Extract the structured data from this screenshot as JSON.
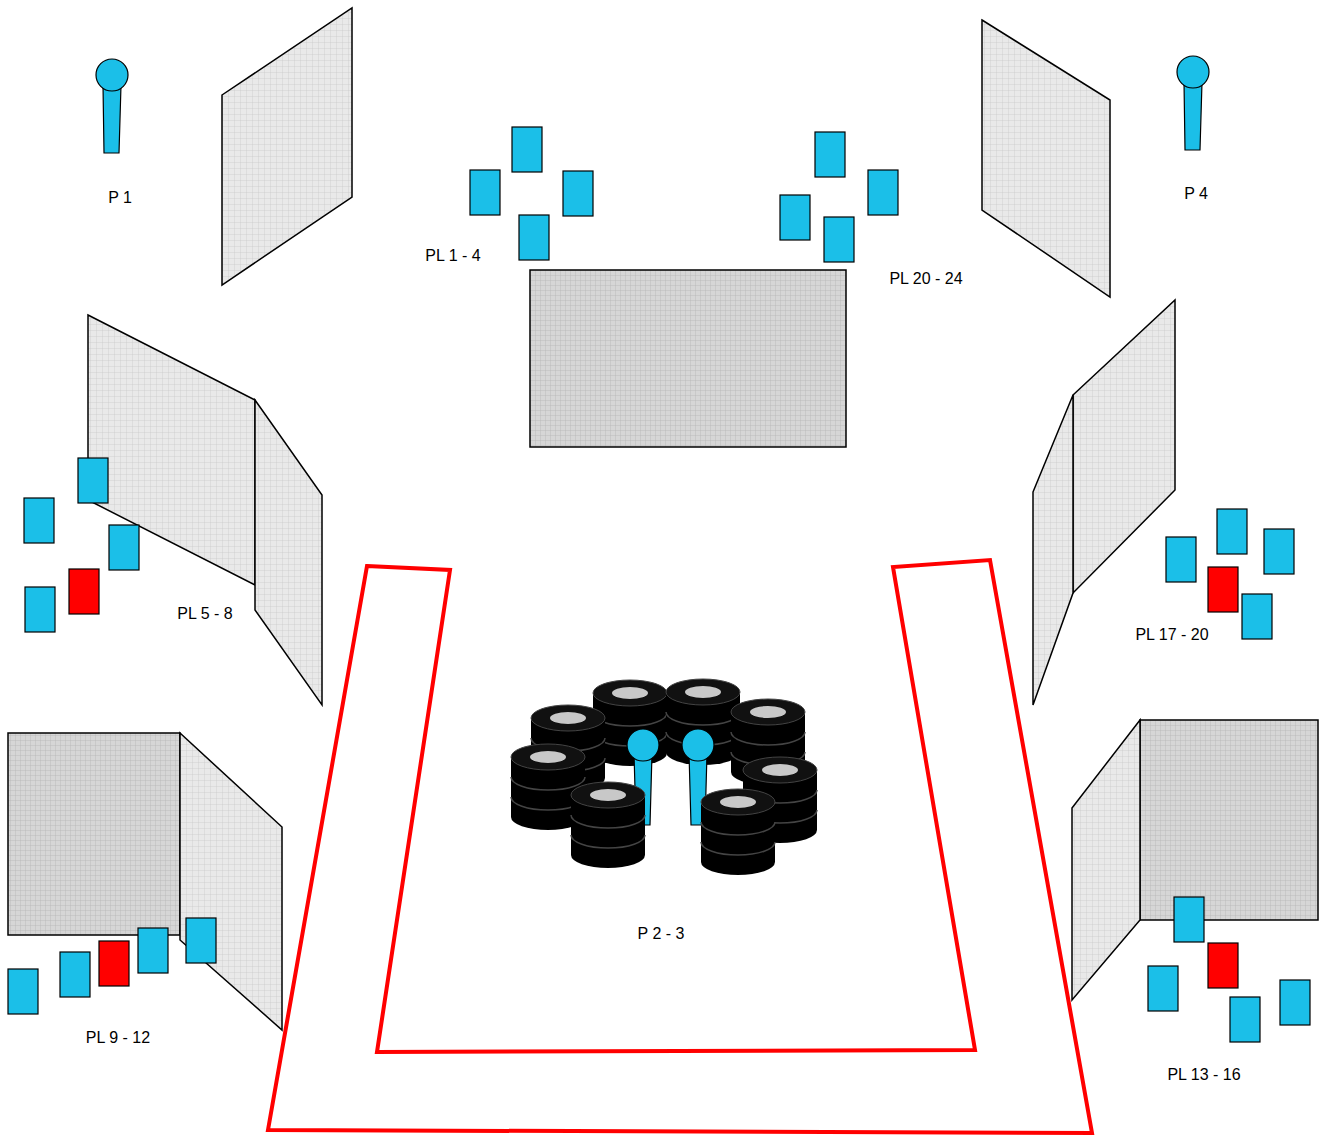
{
  "diagram": {
    "labels": [
      "P 1",
      "P 4",
      "PL 1 - 4",
      "PL 20 - 24",
      "PL 5 - 8",
      "PL 17 - 20",
      "PL 9 - 12",
      "PL 13 - 16",
      "P 2 - 3"
    ]
  }
}
